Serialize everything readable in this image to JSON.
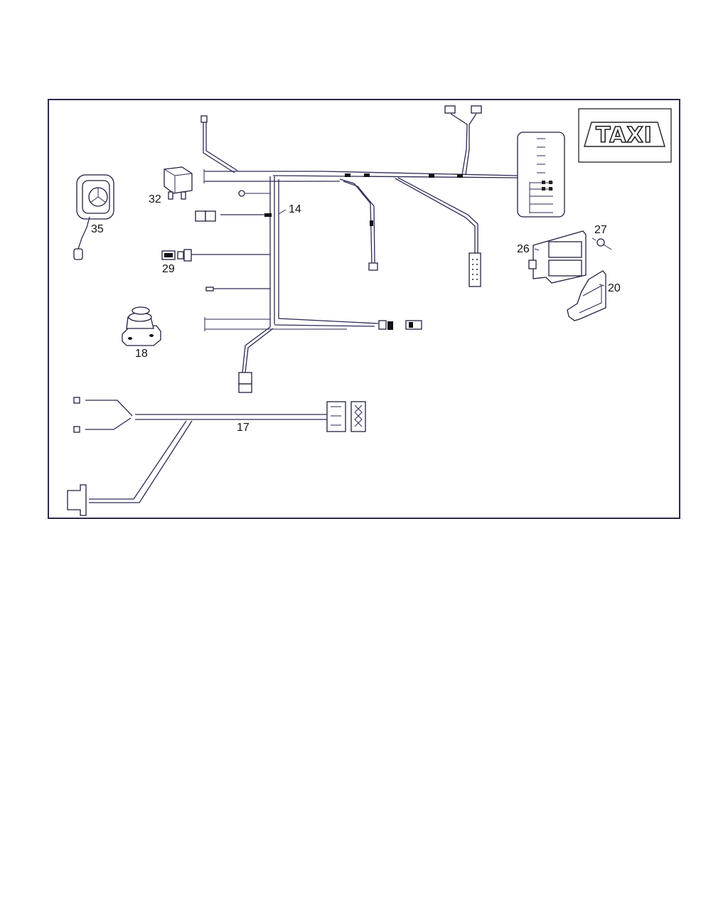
{
  "diagram": {
    "labels": {
      "p14": "14",
      "p17": "17",
      "p18": "18",
      "p20": "20",
      "p26": "26",
      "p27": "27",
      "p29": "29",
      "p32": "32",
      "p35": "35"
    },
    "taxi_sign": "TAXI"
  }
}
